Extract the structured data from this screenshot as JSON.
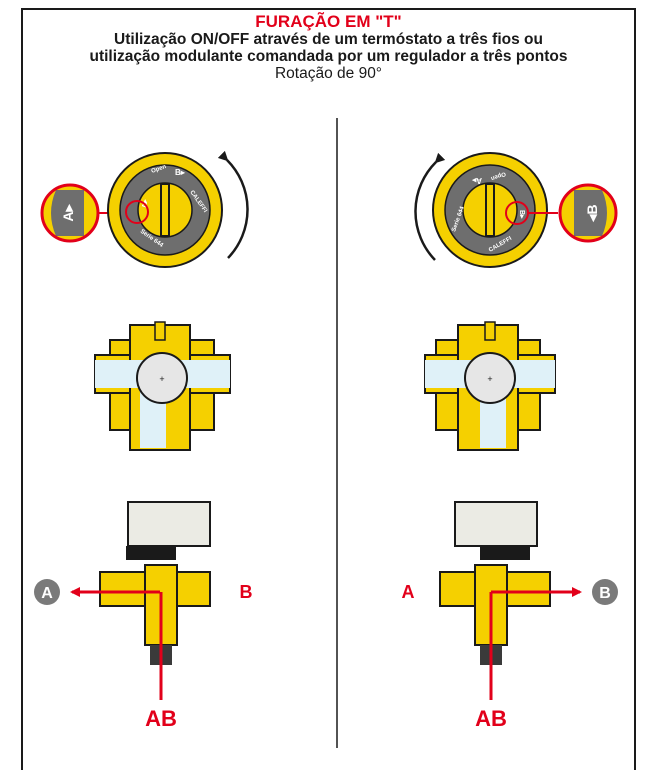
{
  "header": {
    "title": "FURAÇÃO EM \"T\"",
    "subtitle_line1": "Utilização ON/OFF através de um termóstato a três fios ou",
    "subtitle_line2": "utilização modulante comandada por um regulador a três pontos",
    "rotation": "Rotação de 90°"
  },
  "knob": {
    "brand": "CALEFFI",
    "series": "Serie 644",
    "open": "Open",
    "port_a": "A▸",
    "port_b": "B▸",
    "zoom_left": "A▸",
    "zoom_right": "◂B"
  },
  "ports": {
    "a": "A",
    "b": "B",
    "ab": "AB"
  },
  "colors": {
    "accent_red": "#e2001a",
    "valve_yellow": "#f5d000",
    "valve_gray": "#6e6e6e",
    "badge_gray": "#7a7a7a"
  }
}
